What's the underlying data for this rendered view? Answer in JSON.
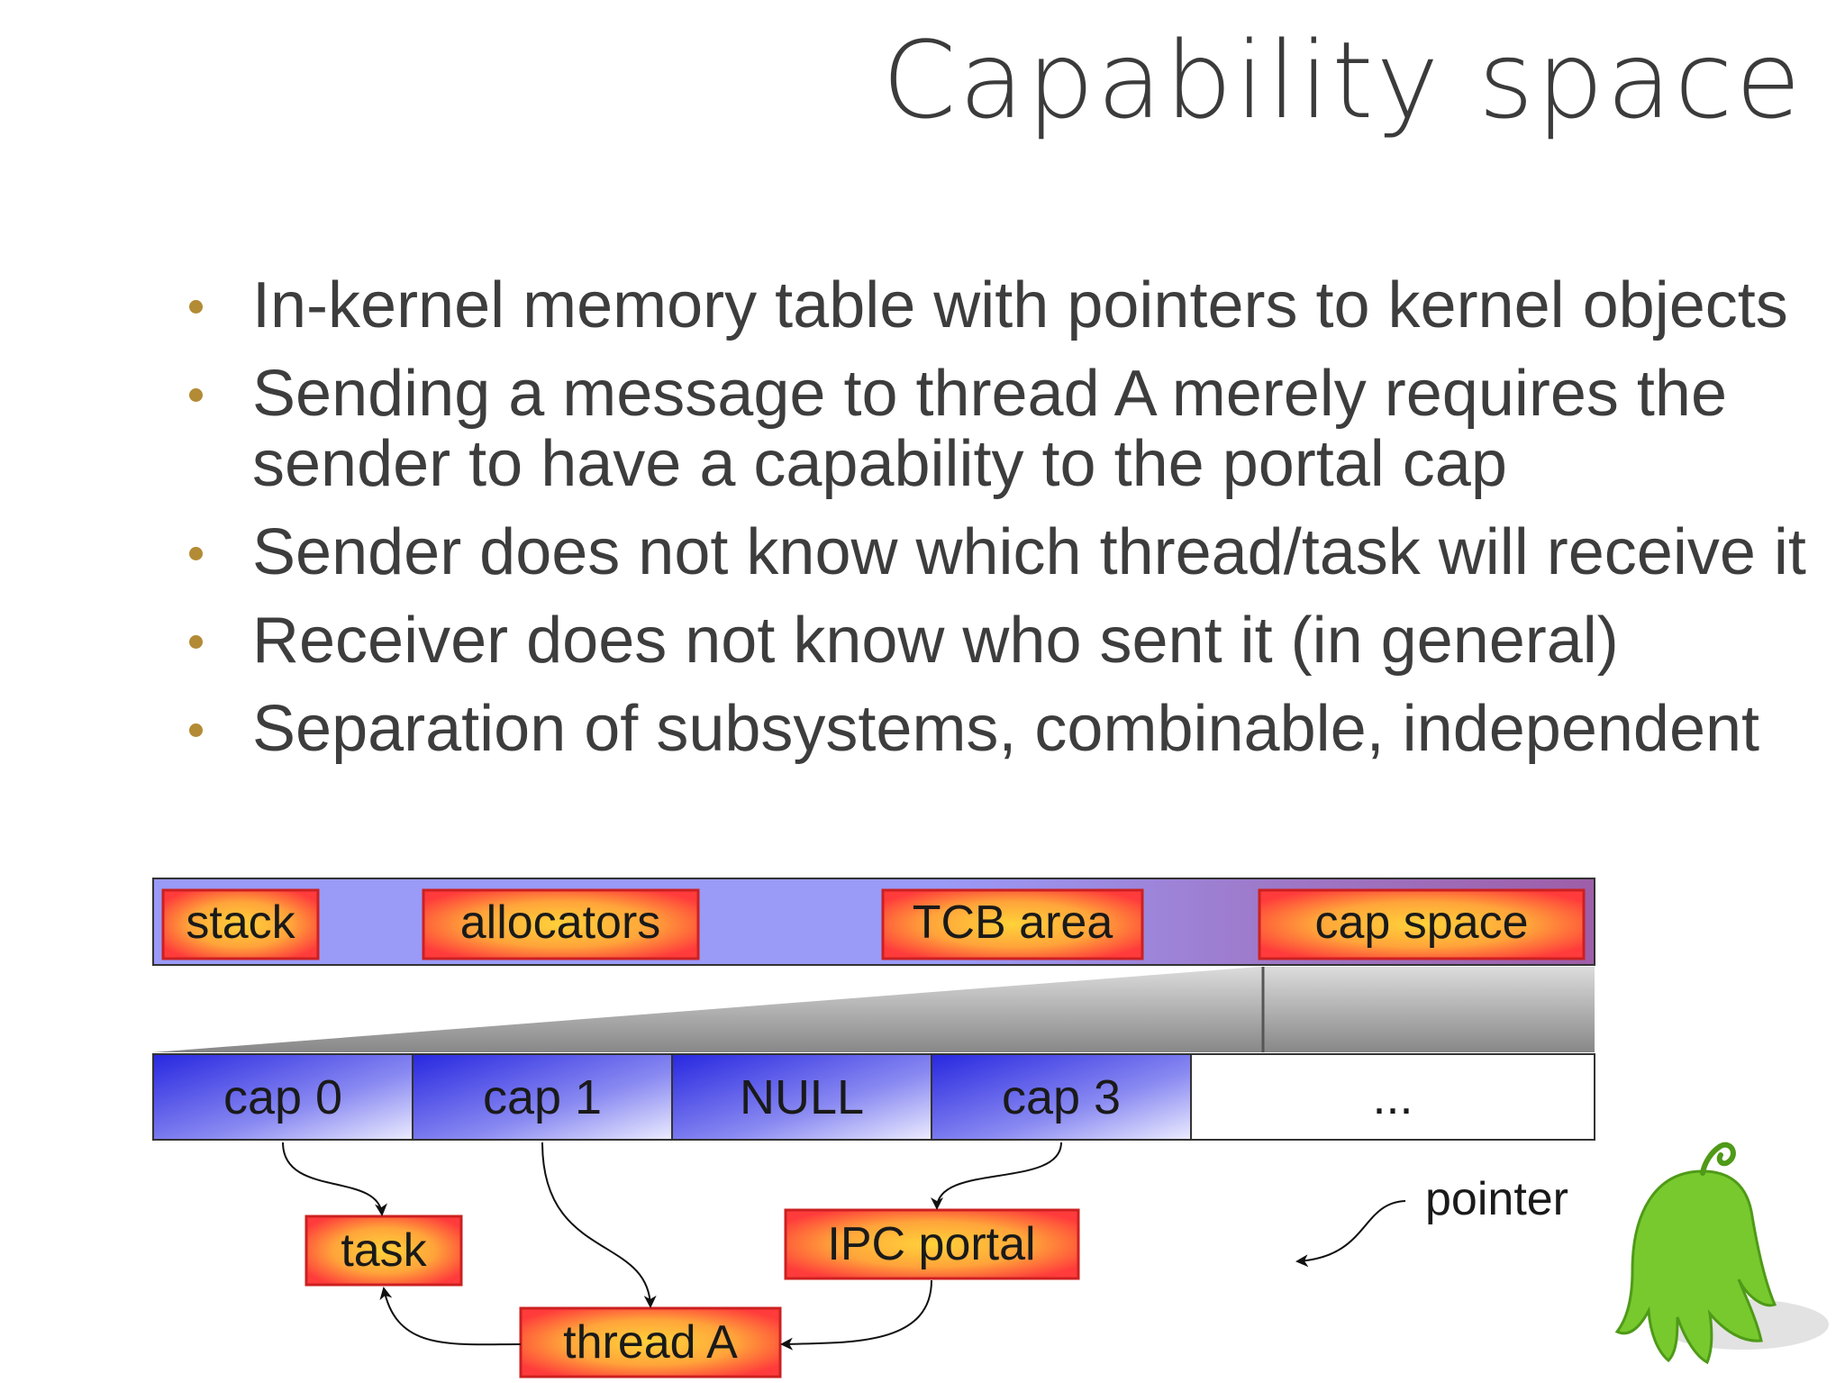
{
  "slide": {
    "title": "Capability space",
    "bullets": [
      {
        "text": "In-kernel memory table with pointers to kernel objects"
      },
      {
        "text": "Sending a message to thread A merely requires the sender to have a capability to the portal cap"
      },
      {
        "text": "Sender does not know which thread/task will receive it"
      },
      {
        "text": "Receiver does not know who sent it (in general)"
      },
      {
        "text": "Separation of subsystems, combinable, independent"
      }
    ],
    "bullet_color": "#b38b35"
  },
  "diagram": {
    "memory_regions": {
      "stack": "stack",
      "allocators": "allocators",
      "tcb_area": "TCB area",
      "cap_space": "cap space"
    },
    "cap_table": {
      "cap0": "cap 0",
      "cap1": "cap 1",
      "null": "NULL",
      "cap3": "cap 3",
      "more": "..."
    },
    "objects": {
      "task": "task",
      "ipc_portal": "IPC portal",
      "thread_a": "thread A"
    },
    "legend": {
      "pointer": "pointer"
    },
    "colors": {
      "region_fill": "#9a9af5",
      "object_border": "#cc2020",
      "cap_blue": "#3a3ae6",
      "mascot_green": "#77c92e"
    }
  }
}
